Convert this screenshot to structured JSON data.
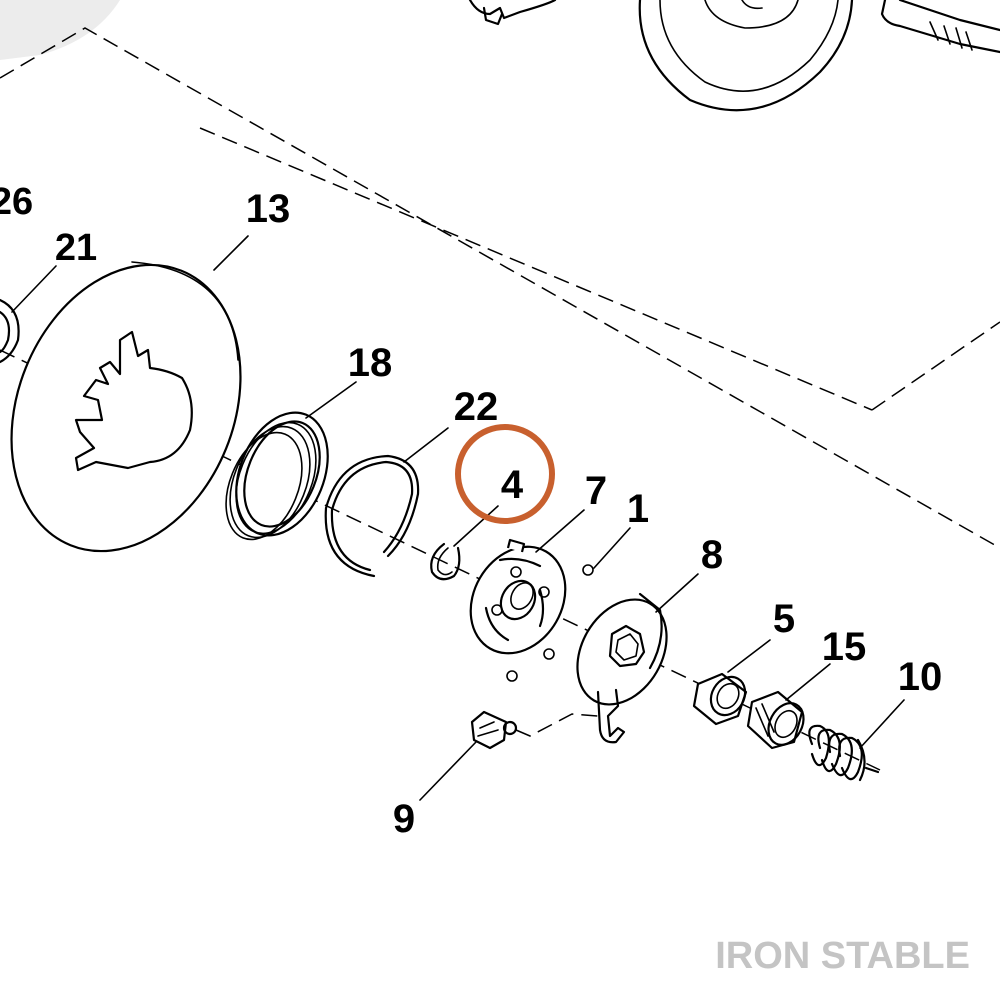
{
  "diagram": {
    "callouts": [
      {
        "id": "c26",
        "label": "26"
      },
      {
        "id": "c21",
        "label": "21"
      },
      {
        "id": "c13",
        "label": "13"
      },
      {
        "id": "c18",
        "label": "18"
      },
      {
        "id": "c22",
        "label": "22"
      },
      {
        "id": "c4",
        "label": "4"
      },
      {
        "id": "c7",
        "label": "7"
      },
      {
        "id": "c1",
        "label": "1"
      },
      {
        "id": "c8",
        "label": "8"
      },
      {
        "id": "c5",
        "label": "5"
      },
      {
        "id": "c15",
        "label": "15"
      },
      {
        "id": "c10",
        "label": "10"
      },
      {
        "id": "c9",
        "label": "9"
      }
    ],
    "highlighted_callout": "4",
    "highlight_color": "#c8602e"
  },
  "watermark": {
    "text": "IRON STABLE",
    "color": "#c4c4c4"
  }
}
